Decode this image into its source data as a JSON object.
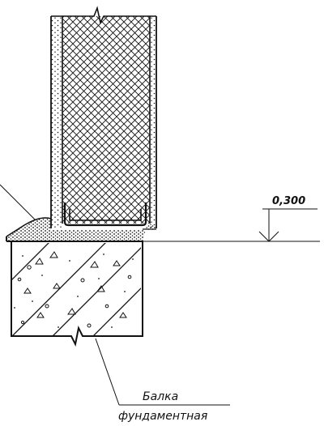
{
  "drawing": {
    "elevation_label": "0,300",
    "beam_label_line1": "Балка",
    "beam_label_line2": "фундаментная"
  },
  "colors": {
    "ink": "#111111",
    "paper": "#ffffff"
  }
}
